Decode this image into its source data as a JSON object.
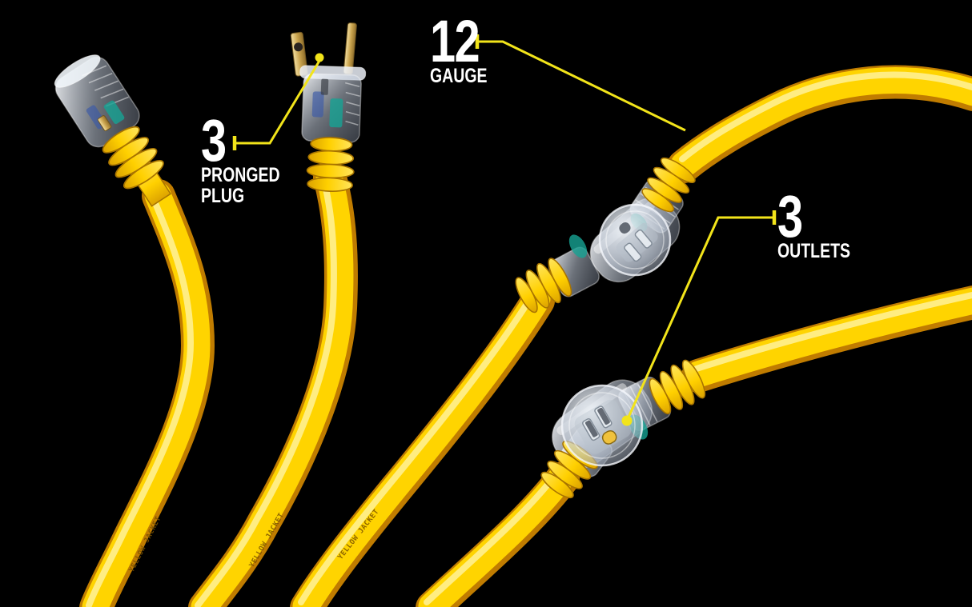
{
  "image": {
    "description": "Yellow Jacket heavy-duty extension cord product photo on a black background with three feature callouts",
    "background": "#000000"
  },
  "colors": {
    "bg": "#000000",
    "cable-core": "#ffd400",
    "cable-edge": "#c07c00",
    "cable-highlight": "#fff6b4",
    "callout": "#f2e41a",
    "text": "#ffffff",
    "brand-ink": "#7a5200"
  },
  "callouts": [
    {
      "id": "pronged-plug",
      "number": "3",
      "label_lines": [
        "PRONGED",
        "PLUG"
      ]
    },
    {
      "id": "gauge",
      "number": "12",
      "label_lines": [
        "GAUGE"
      ]
    },
    {
      "id": "outlets",
      "number": "3",
      "label_lines": [
        "OUTLETS"
      ]
    }
  ],
  "brand_print": "YELLOW JACKET"
}
